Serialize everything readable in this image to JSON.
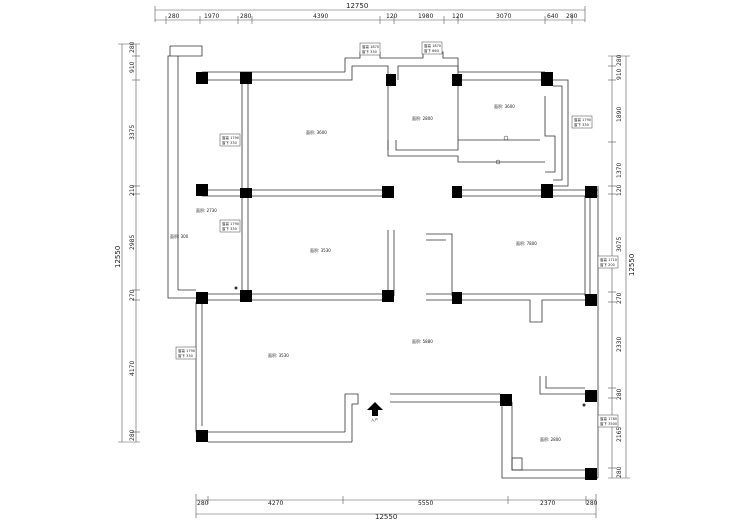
{
  "top_dims": {
    "total": "12750",
    "segments": [
      "280",
      "1970",
      "280",
      "4390",
      "120",
      "1980",
      "120",
      "3070",
      "640",
      "280"
    ]
  },
  "bottom_dims": {
    "total": "12550",
    "segments": [
      "280",
      "4270",
      "5550",
      "2370",
      "280"
    ]
  },
  "left_dims": {
    "total": "12550",
    "segments": [
      "280",
      "910",
      "3375",
      "210",
      "2985",
      "270",
      "4170",
      "280"
    ]
  },
  "right_dims": {
    "total": "12550",
    "segments": [
      "280",
      "910",
      "1890",
      "1370",
      "120",
      "3075",
      "270",
      "2330",
      "280",
      "2165",
      "280"
    ]
  },
  "rooms": [
    {
      "label": "面积: 3600"
    },
    {
      "label": "面积: 2800"
    },
    {
      "label": "面积: 3600"
    },
    {
      "label": "面积: 2730"
    },
    {
      "label": "面积: 3530"
    },
    {
      "label": "面积: 7800"
    },
    {
      "label": "面积: 3530"
    },
    {
      "label": "面积: 5880"
    },
    {
      "label": "面积: 2800"
    },
    {
      "label": "面积: 300"
    }
  ],
  "openings": [
    {
      "line1": "窗高 1870",
      "line2": "窗下 330"
    },
    {
      "line1": "窗高 1870",
      "line2": "窗下 660"
    },
    {
      "line1": "窗高 1790",
      "line2": "窗下 330"
    },
    {
      "line1": "窗高 1790",
      "line2": "窗下 330"
    },
    {
      "line1": "窗高 1790",
      "line2": "窗下 330"
    },
    {
      "line1": "窗高 1710",
      "line2": "窗下 200"
    },
    {
      "line1": "窗高 1790",
      "line2": "窗下 330"
    },
    {
      "line1": "窗高 1780",
      "line2": "窗下 3500"
    }
  ],
  "entrance": {
    "label": "入户"
  }
}
